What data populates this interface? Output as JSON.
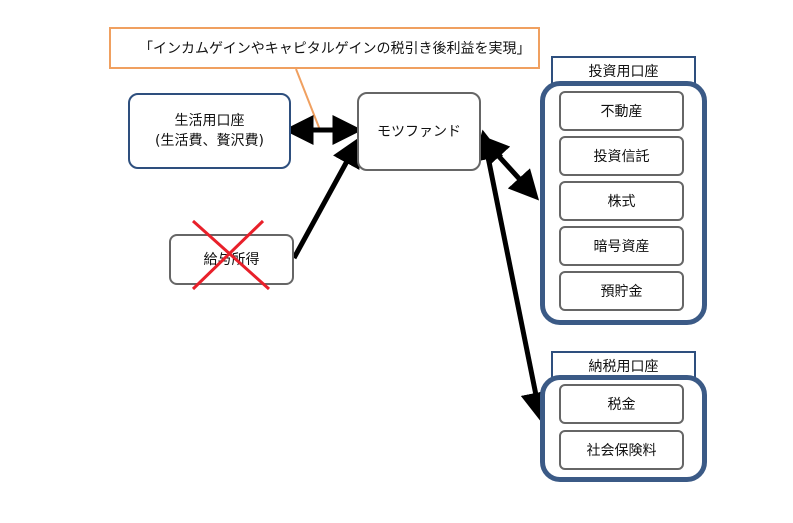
{
  "callout": {
    "text": "「インカムゲインやキャピタルゲインの税引き後利益を実現」"
  },
  "living_account": {
    "line1": "生活用口座",
    "line2": "(生活費、贅沢費)"
  },
  "fund": {
    "label": "モツファンド"
  },
  "salary": {
    "label": "給与所得",
    "status": "crossed-out"
  },
  "investment_group": {
    "label": "投資用口座",
    "items": [
      "不動産",
      "投資信託",
      "株式",
      "暗号資産",
      "預貯金"
    ]
  },
  "tax_group": {
    "label": "納税用口座",
    "items": [
      "税金",
      "社会保険料"
    ]
  },
  "colors": {
    "callout_border": "#f0a060",
    "node_blue_border": "#2e4f7e",
    "group_border": "#3b5a86",
    "cross": "#e8202a",
    "arrow": "#000000"
  }
}
